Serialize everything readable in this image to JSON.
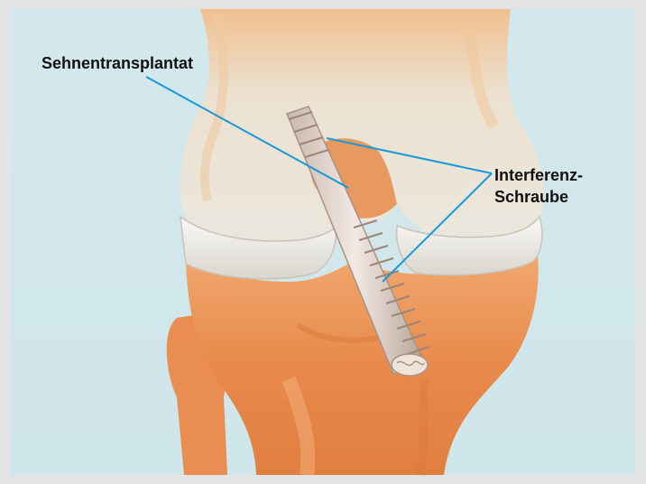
{
  "labels": {
    "graft": "Sehnentransplantat",
    "screw_line1": "Interferenz-",
    "screw_line2": "Schraube"
  },
  "colors": {
    "background": "#d6e9ec",
    "frame": "#e3e4e5",
    "femur": "#ece8df",
    "tibia": "#e8955a",
    "meniscus": "#f3f1ec",
    "leader_line": "#1a9ad6"
  }
}
